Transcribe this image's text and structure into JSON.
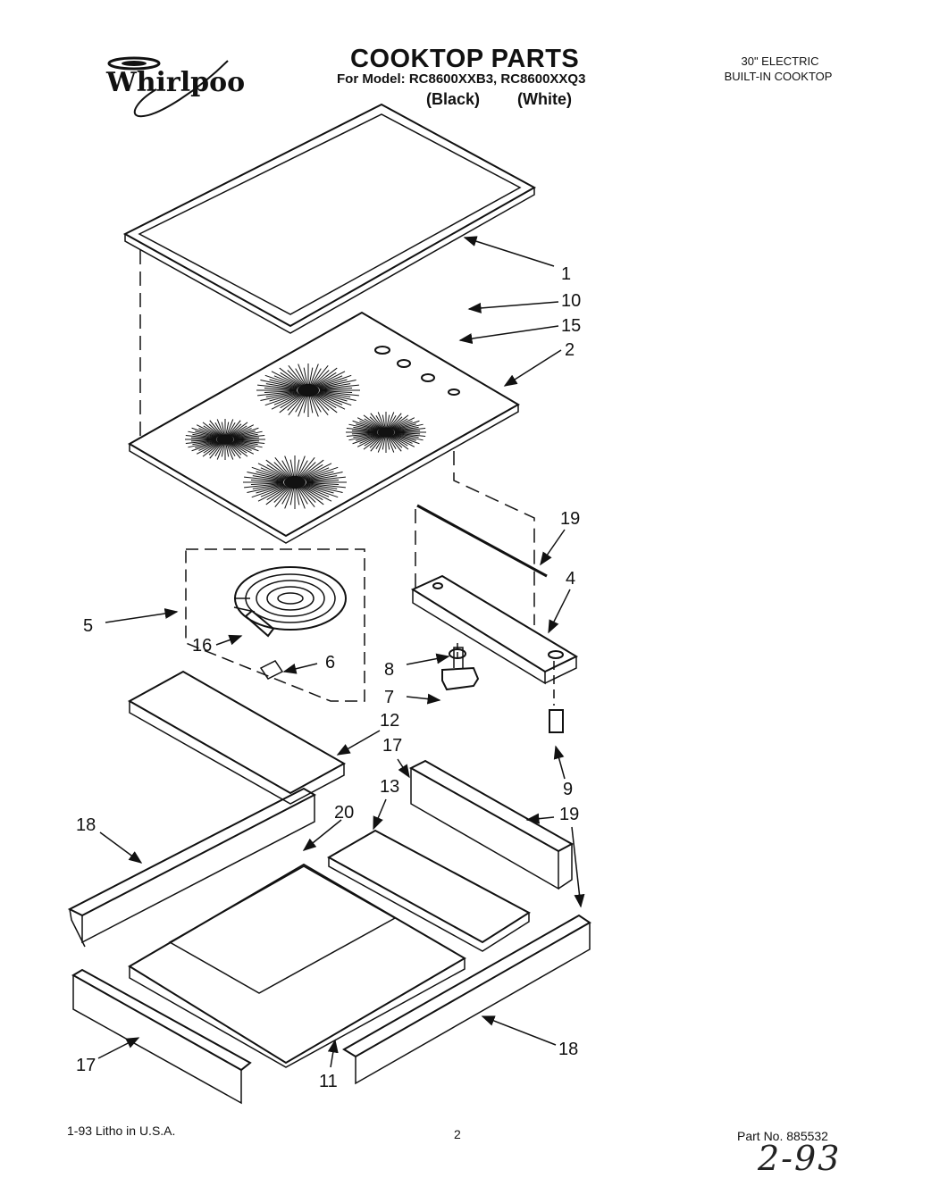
{
  "header": {
    "brand": "Whirlpool",
    "title": "COOKTOP PARTS",
    "model_line": "For Model: RC8600XXB3, RC8600XXQ3",
    "color_black": "(Black)",
    "color_white": "(White)",
    "product_line1": "30\" ELECTRIC",
    "product_line2": "BUILT-IN COOKTOP"
  },
  "callouts": [
    "1",
    "10",
    "15",
    "2",
    "19",
    "4",
    "5",
    "16",
    "6",
    "8",
    "7",
    "12",
    "17",
    "9",
    "13",
    "18",
    "20",
    "19",
    "17",
    "11",
    "18"
  ],
  "footer": {
    "left": "1-93 Litho in U.S.A.",
    "page": "2",
    "part_no": "Part No. 885532",
    "handwritten": "2-93"
  }
}
